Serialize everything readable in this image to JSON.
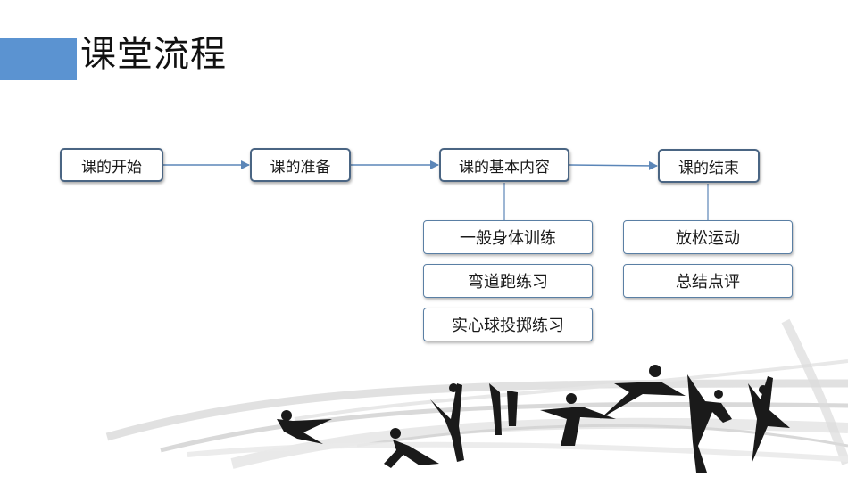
{
  "title": "课堂流程",
  "flow": {
    "start": "课的开始",
    "prepare": "课的准备",
    "content": "课的基本内容",
    "end": "课的结束"
  },
  "content_items": [
    "一般身体训练",
    "弯道跑练习",
    "实心球投掷练习"
  ],
  "end_items": [
    "放松运动",
    "总结点评"
  ],
  "colors": {
    "accent": "#5b93d1",
    "arrow": "#5b86b8",
    "box_border": "#4a6583",
    "silhouette": "#1a1a1a"
  }
}
